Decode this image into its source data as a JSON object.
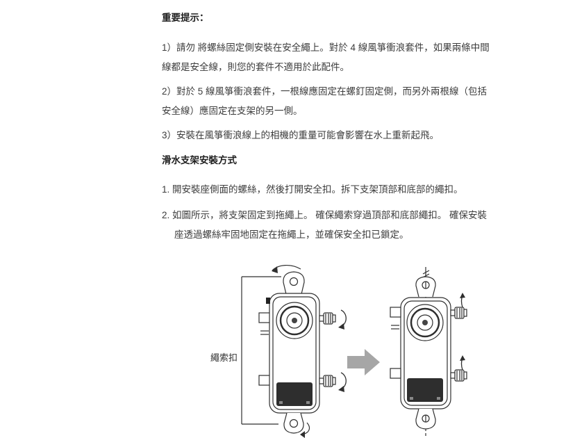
{
  "doc": {
    "title": "重要提示：",
    "notes": [
      "1）請勿 將螺絲固定側安裝在安全繩上。對於 4 線風箏衝浪套件，如果兩條中間線都是安全線，則您的套件不適用於此配件。",
      "2）對於 5 線風箏衝浪套件，一根線應固定在螺釘固定側，而另外兩根線（包括安全線）應固定在支架的另一側。",
      "3）安裝在風箏衝浪線上的相機的重量可能會影響在水上重新起飛。"
    ],
    "section": "滑水支架安裝方式",
    "steps": [
      "1. 開安裝座側面的螺絲，然後打開安全扣。拆下支架頂部和底部的繩扣。",
      "2. 如圖所示，將支架固定到拖繩上。 確保繩索穿過頂部和底部繩扣。 確保安裝座透過螺絲牢固地固定在拖繩上，並確保安全扣已鎖定。"
    ],
    "figure": {
      "label": "繩索扣"
    }
  }
}
